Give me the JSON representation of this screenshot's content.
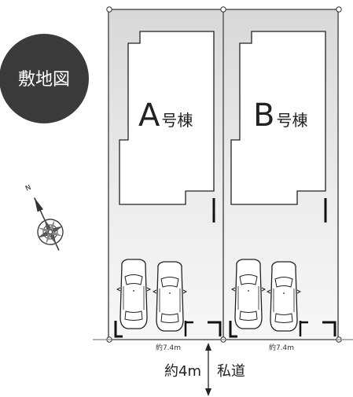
{
  "badge": {
    "label": "敷地図"
  },
  "compass": {
    "north_label": "N"
  },
  "lots": [
    {
      "letter": "A",
      "suffix": "号棟",
      "frontage": "約7.4m"
    },
    {
      "letter": "B",
      "suffix": "号棟",
      "frontage": "約7.4m"
    }
  ],
  "road": {
    "width": "約4m",
    "type": "私道"
  },
  "colors": {
    "lot_fill": "#e4e4e4",
    "lot_border": "#7a7a7a",
    "badge": "#3b3b3b",
    "ink": "#222222"
  },
  "icons": [
    "compass-rose-icon",
    "car-icon"
  ]
}
